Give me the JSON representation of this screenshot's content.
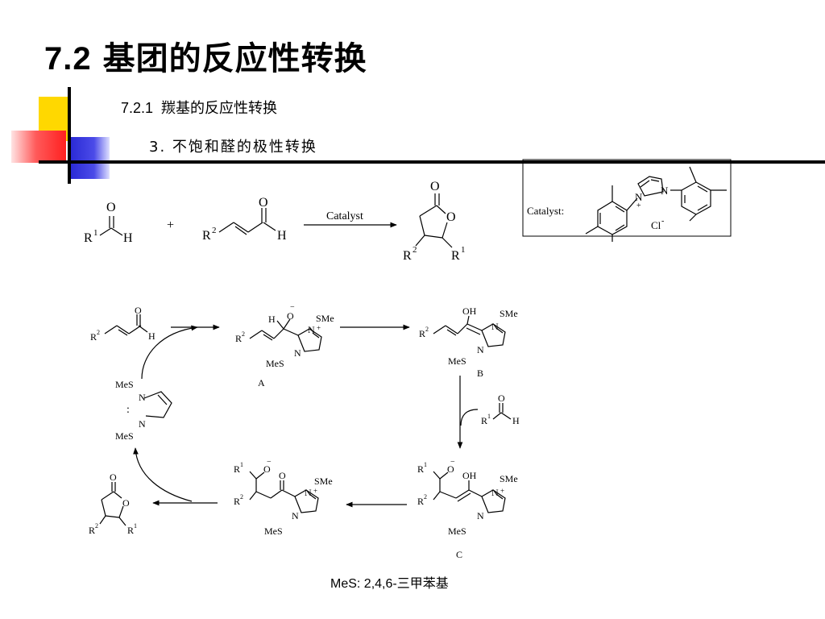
{
  "title": {
    "number": "7.2",
    "text": "基团的反应性转换"
  },
  "subsection": {
    "number": "7.2.1",
    "text": "羰基的反应性转换"
  },
  "item": {
    "text": "3. 不饱和醛的极性转换"
  },
  "reaction": {
    "aldehyde": {
      "o": "O",
      "r": "R",
      "r_sup": "1",
      "h": "H"
    },
    "plus": "+",
    "enal": {
      "o": "O",
      "r": "R",
      "r_sup": "2",
      "h": "H"
    },
    "arrow_label": "Catalyst",
    "product": {
      "o_carbonyl": "O",
      "o_ring": "O",
      "r2": "R",
      "r2_sup": "2",
      "r1": "R",
      "r1_sup": "1"
    }
  },
  "catalyst_box": {
    "label": "Catalyst:",
    "n1": "N",
    "n2": "N",
    "plus": "+",
    "anion": "Cl",
    "anion_sup": "-"
  },
  "cycle": {
    "enal": {
      "o": "O",
      "r": "R",
      "r_sup": "2",
      "h": "H"
    },
    "carbene": {
      "mes1": "MeS",
      "mes2": "MeS",
      "n1": "N",
      "n2": "N",
      "lone_pair": ":"
    },
    "A": {
      "h": "H",
      "o_minus": "O",
      "minus": "−",
      "smes": "SMe",
      "n_plus": "N",
      "plus": "+",
      "n": "N",
      "mes": "MeS",
      "r": "R",
      "r_sup": "2",
      "label": "A"
    },
    "B": {
      "oh": "OH",
      "smes": "SMe",
      "n1": "N",
      "n2": "N",
      "mes": "MeS",
      "r": "R",
      "r_sup": "2",
      "label": "B"
    },
    "aldehyde_in": {
      "o": "O",
      "r": "R",
      "r_sup": "1",
      "h": "H"
    },
    "C": {
      "o_minus": "O",
      "minus": "−",
      "oh": "OH",
      "smes": "SMe",
      "n_plus": "N",
      "plus": "+",
      "n": "N",
      "mes": "MeS",
      "r1": "R",
      "r1_sup": "1",
      "r2": "R",
      "r2_sup": "2",
      "label": "C"
    },
    "D": {
      "o_minus": "O",
      "minus": "−",
      "o": "O",
      "smes": "SMe",
      "n_plus": "N",
      "plus": "+",
      "n": "N",
      "mes": "MeS",
      "r1": "R",
      "r1_sup": "1",
      "r2": "R",
      "r2_sup": "2"
    },
    "lactone": {
      "o_carbonyl": "O",
      "o_ring": "O",
      "r2": "R",
      "r2_sup": "2",
      "r1": "R",
      "r1_sup": "1"
    }
  },
  "footnote": {
    "text": "MeS: 2,4,6-三甲苯基"
  },
  "colors": {
    "deco_yellow": "#ffd800",
    "deco_blue": "#2b2bd6",
    "deco_red": "#ff3a3a",
    "rule": "#000000"
  }
}
